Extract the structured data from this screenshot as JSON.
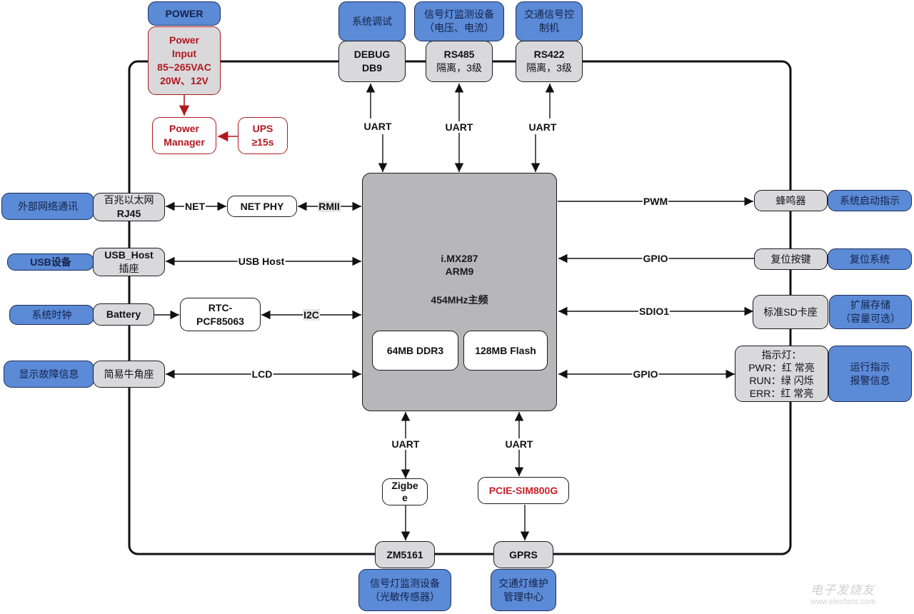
{
  "diagram": {
    "title": "i.MX287 traffic signal controller hardware block diagram",
    "colors": {
      "external_box": "#5b8ad6",
      "interface_box": "#d9d9db",
      "cpu": "#b7b7b9",
      "power_text": "#b0191e"
    },
    "power": {
      "header": "POWER",
      "input": [
        "Power",
        "Input",
        "85~265VAC",
        "20W、12V"
      ],
      "manager": [
        "Power",
        "Manager"
      ],
      "ups": [
        "UPS",
        "≥15s"
      ]
    },
    "top": [
      {
        "external": [
          "系统调试"
        ],
        "interface": [
          "DEBUG",
          "DB9"
        ],
        "bus": "UART"
      },
      {
        "external": [
          "信号灯监测设备",
          "（电压、电流）"
        ],
        "interface": [
          "RS485",
          "隔离，3级"
        ],
        "bus": "UART"
      },
      {
        "external": [
          "交通信号控",
          "制机"
        ],
        "interface": [
          "RS422",
          "隔离，3级"
        ],
        "bus": "UART"
      }
    ],
    "cpu": {
      "name": "i.MX287",
      "core": "ARM9",
      "freq": "454MHz主频",
      "ram": "64MB DDR3",
      "flash": "128MB Flash"
    },
    "left": [
      {
        "external": "外部网络通讯",
        "interface": [
          "百兆以太网",
          "RJ45"
        ],
        "bus": "NET",
        "mid": "NET PHY",
        "bus2": "RMII"
      },
      {
        "external": "USB设备",
        "interface": [
          "USB_Host",
          "插座"
        ],
        "bus": "USB Host"
      },
      {
        "external": "系统时钟",
        "interface": [
          "Battery"
        ],
        "mid": [
          "RTC-",
          "PCF85063"
        ],
        "bus": "I2C"
      },
      {
        "external": "显示故障信息",
        "interface": [
          "简易牛角座"
        ],
        "bus": "LCD"
      }
    ],
    "right": [
      {
        "bus": "PWM",
        "interface": [
          "蜂鸣器"
        ],
        "external": [
          "系统启动指示"
        ]
      },
      {
        "bus": "GPIO",
        "interface": [
          "复位按键"
        ],
        "external": [
          "复位系统"
        ]
      },
      {
        "bus": "SDIO1",
        "interface": [
          "标准SD卡座"
        ],
        "external": [
          "扩展存储",
          "（容量可选）"
        ]
      },
      {
        "bus": "GPIO",
        "interface": [
          "指示灯：",
          "PWR：红 常亮",
          "RUN：绿 闪烁",
          "ERR：红 常亮"
        ],
        "external": [
          "运行指示",
          "报警信息"
        ]
      }
    ],
    "bottom": [
      {
        "bus": "UART",
        "module": [
          "Zigbe",
          "e"
        ],
        "interface": "ZM5161",
        "external": [
          "信号灯监测设备",
          "（光敏传感器）"
        ]
      },
      {
        "bus": "UART",
        "module": [
          "PCIE-SIM800G"
        ],
        "interface": "GPRS",
        "external": [
          "交通灯维护",
          "管理中心"
        ]
      }
    ],
    "watermark": {
      "brand": "电子发烧友",
      "url": "www.elecfans.com"
    }
  }
}
